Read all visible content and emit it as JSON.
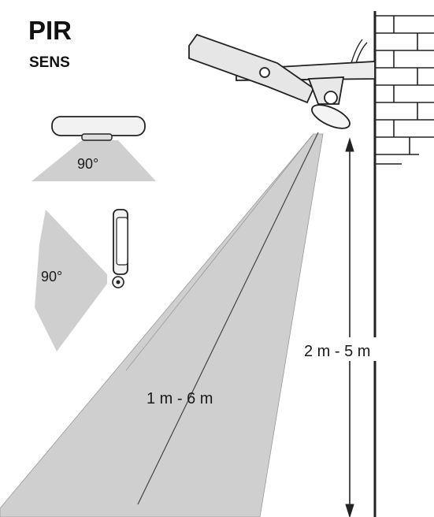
{
  "header": {
    "title": "PIR",
    "subtitle": "SENS"
  },
  "sensor_views": {
    "top_view_angle": "90°",
    "side_view_angle": "90°"
  },
  "dimensions": {
    "mount_height": "2 m - 5 m",
    "detection_range": "1 m - 6 m"
  },
  "colors": {
    "cone": "#cfcfcf",
    "line": "#222222",
    "lamp_fill": "#e6e6e6"
  }
}
